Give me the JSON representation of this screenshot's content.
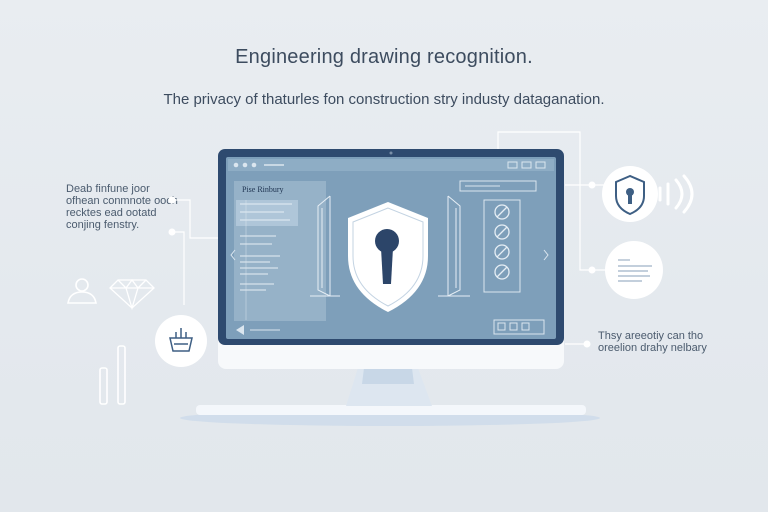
{
  "header": {
    "title": "Engineering drawing recognition.",
    "subtitle": "The privacy of thaturles fon construction stry industy dataganation."
  },
  "left_panel": {
    "text": "Deab finfune joor ofhean conmnote ooch recktes ead ootatd conjing fenstry."
  },
  "right_panel": {
    "text": "Thsy areeotiy can tho oreelion drahy nelbary"
  },
  "screen": {
    "panel_title": "Pise Rinbury"
  },
  "icons": [
    "user-icon",
    "diamond-icon",
    "basket-icon",
    "bar-chart-icon",
    "shield-lock-icon",
    "sound-wave-icon",
    "document-icon",
    "gear-icon",
    "lock-icon"
  ],
  "colors": {
    "background": "#e6ebf0",
    "monitor_bezel": "#2f4a6e",
    "screen": "#7f9fba",
    "shield": "#ffffff",
    "accent": "#3e5f84"
  }
}
